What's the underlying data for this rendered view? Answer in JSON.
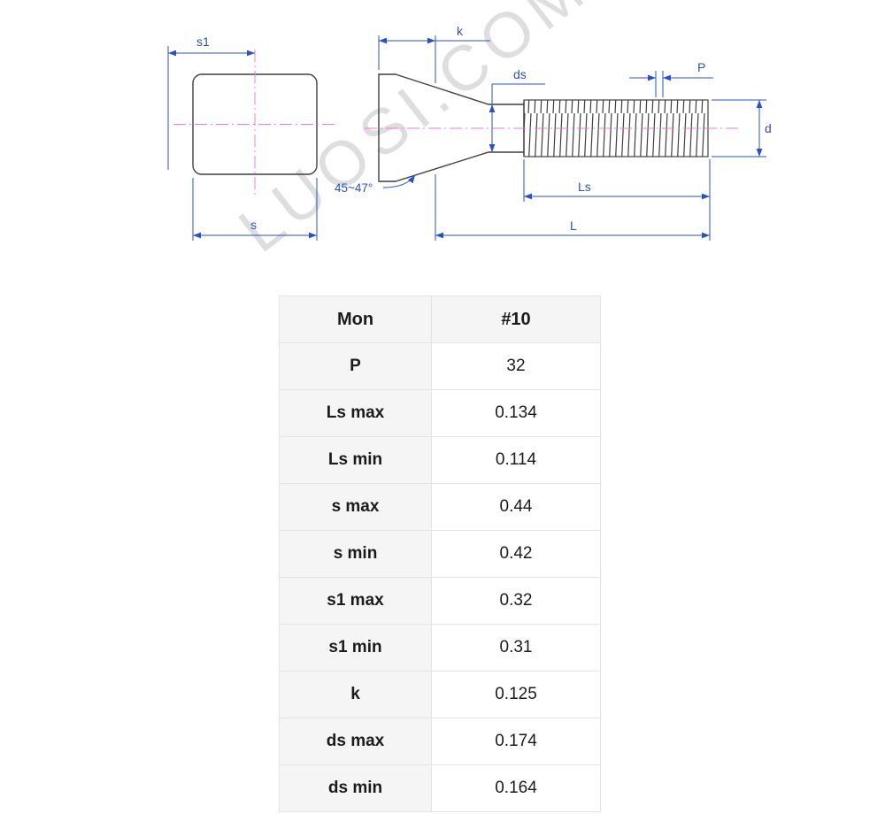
{
  "watermark": "LUOSI.COM",
  "drawing": {
    "labels": {
      "s1": "s1",
      "s": "s",
      "k": "k",
      "ds": "ds",
      "P": "P",
      "d": "d",
      "Ls": "Ls",
      "L": "L",
      "angle": "45~47°"
    },
    "colors": {
      "dimension_blue": "#2850cc",
      "centerline_pink": "#ee7ad4",
      "outline_dark": "#3f3f3f",
      "watermark_gray": "#d6d6d6"
    }
  },
  "table": {
    "header": {
      "label": "Mon",
      "value": "#10"
    },
    "rows": [
      {
        "label": "P",
        "value": "32"
      },
      {
        "label": "Ls max",
        "value": "0.134"
      },
      {
        "label": "Ls min",
        "value": "0.114"
      },
      {
        "label": "s max",
        "value": "0.44"
      },
      {
        "label": "s min",
        "value": "0.42"
      },
      {
        "label": "s1 max",
        "value": "0.32"
      },
      {
        "label": "s1 min",
        "value": "0.31"
      },
      {
        "label": "k",
        "value": "0.125"
      },
      {
        "label": "ds max",
        "value": "0.174"
      },
      {
        "label": "ds min",
        "value": "0.164"
      }
    ]
  }
}
